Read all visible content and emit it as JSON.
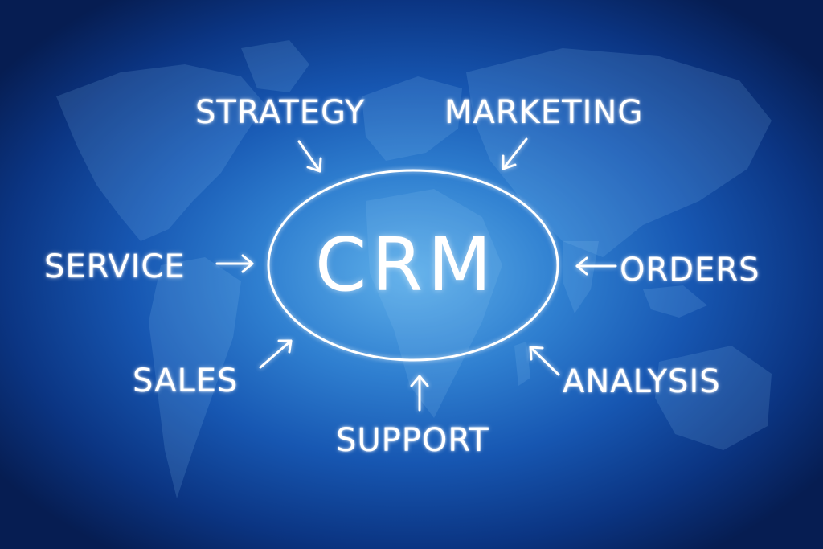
{
  "center": {
    "label": "CRM"
  },
  "nodes": [
    {
      "id": "strategy",
      "label": "STRATEGY"
    },
    {
      "id": "marketing",
      "label": "MARKETING"
    },
    {
      "id": "service",
      "label": "SERVICE"
    },
    {
      "id": "orders",
      "label": "ORDERS"
    },
    {
      "id": "sales",
      "label": "SALES"
    },
    {
      "id": "analysis",
      "label": "ANALYSIS"
    },
    {
      "id": "support",
      "label": "SUPPORT"
    }
  ],
  "colors": {
    "line": "#ffffff",
    "background_center": "#5fb0ea",
    "background_edge": "#061d52"
  }
}
